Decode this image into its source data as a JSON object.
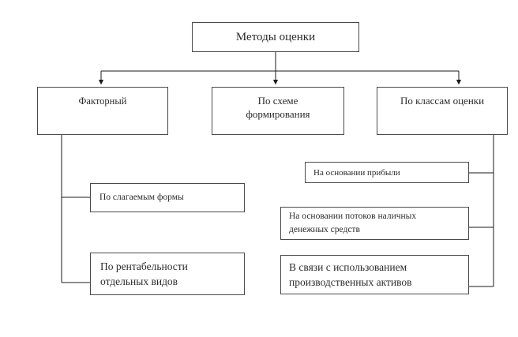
{
  "diagram": {
    "title_node": {
      "id": "root",
      "label": "Методы оценки"
    },
    "level2": [
      {
        "id": "factor",
        "label": "Факторный"
      },
      {
        "id": "scheme",
        "label": "По схеме\nформирования"
      },
      {
        "id": "classes",
        "label": "По классам оценки"
      }
    ],
    "left_children": [
      {
        "id": "terms",
        "label": "По слагаемым формы"
      },
      {
        "id": "profitability",
        "label": "По рентабельности\nотдельных видов"
      }
    ],
    "right_children": [
      {
        "id": "profit_basis",
        "label": "На основании прибыли"
      },
      {
        "id": "cashflow_basis",
        "label": "На основании потоков наличных\nденежных средств"
      },
      {
        "id": "assets_basis",
        "label": "В связи с использованием\nпроизводственных активов"
      }
    ],
    "colors": {
      "background": "#ffffff",
      "box_border": "#4a4a4a",
      "connector": "#1a1a1a",
      "text": "#2b2b2b"
    }
  }
}
